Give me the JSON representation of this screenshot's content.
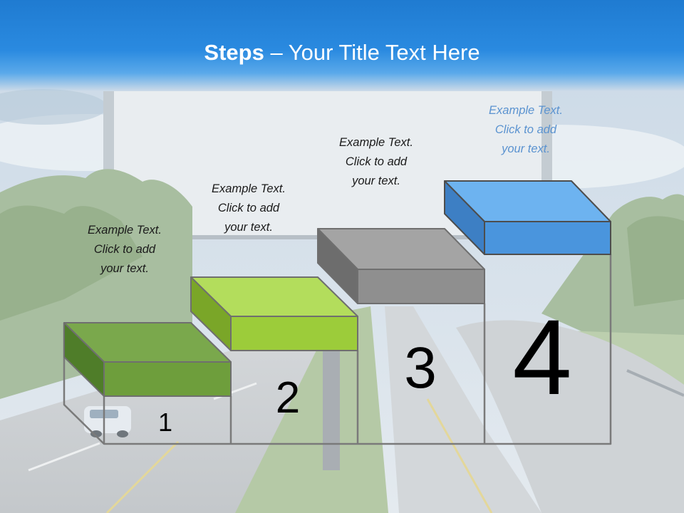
{
  "title": {
    "bold": "Steps",
    "rest": " – Your Title Text Here"
  },
  "steps": [
    {
      "number": "1",
      "lines": [
        "Example Text.",
        "Click  to add",
        "your text."
      ],
      "color": "#6e9e3c"
    },
    {
      "number": "2",
      "lines": [
        "Example Text.",
        "Click  to add",
        "your text."
      ],
      "color": "#9ccc3a"
    },
    {
      "number": "3",
      "lines": [
        "Example Text.",
        "Click  to add",
        "your text."
      ],
      "color": "#8f8f8f"
    },
    {
      "number": "4",
      "lines": [
        "Example Text.",
        "Click  to add",
        "your text."
      ],
      "color": "#4a95dd"
    }
  ],
  "colors": {
    "title_bar": "#1f7bd1",
    "title_text": "#ffffff",
    "outline": "#7a7a7a"
  }
}
